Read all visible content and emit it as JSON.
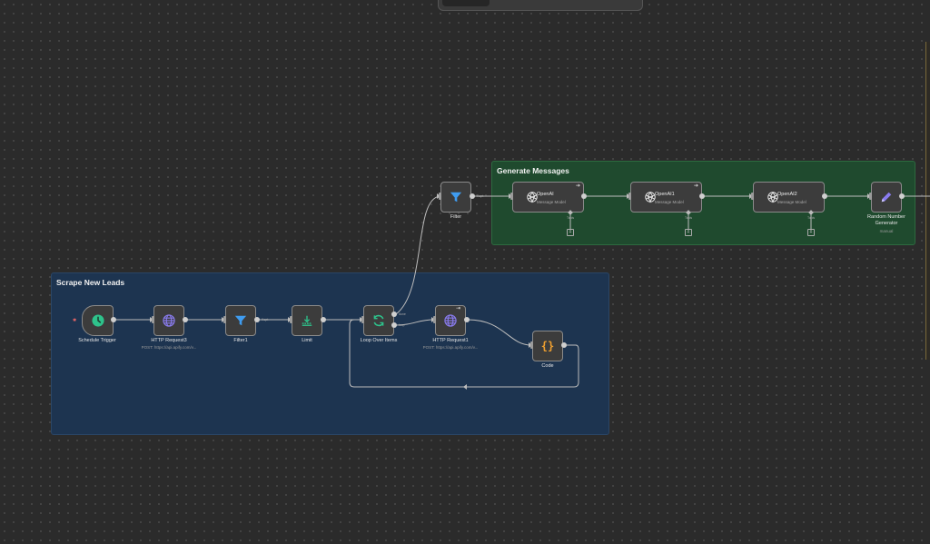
{
  "groups": {
    "scrape": {
      "title": "Scrape New Leads"
    },
    "generate": {
      "title": "Generate Messages"
    }
  },
  "nodes": {
    "schedule_trigger": {
      "label": "Schedule Trigger",
      "icon": "clock-icon",
      "color": "#2ec28b"
    },
    "http_request3": {
      "label": "HTTP Request3",
      "sub": "POST: https://api.apify.com/v...",
      "icon": "globe-icon",
      "color": "#8a7cf0"
    },
    "filter1": {
      "label": "Filter1",
      "port": "Kept",
      "icon": "funnel-icon",
      "color": "#3f9cf0"
    },
    "limit": {
      "label": "Limit",
      "icon": "limit-icon",
      "color": "#2ec28b"
    },
    "loop_over_items": {
      "label": "Loop Over Items",
      "port_done": "done",
      "port_loop": "loop",
      "icon": "refresh-icon",
      "color": "#2ec28b"
    },
    "http_request1": {
      "label": "HTTP Request1",
      "sub": "POST: https://api.apify.com/v...",
      "icon": "globe-icon",
      "color": "#8a7cf0"
    },
    "code": {
      "label": "Code",
      "icon": "braces-icon",
      "color": "#f0a030"
    },
    "filter": {
      "label": "Filter",
      "port": "Kept",
      "icon": "funnel-icon",
      "color": "#3f9cf0"
    },
    "openai": {
      "title": "OpenAI",
      "sub": "Message Model",
      "tools": "Tools"
    },
    "openai1": {
      "title": "OpenAI1",
      "sub": "Message Model",
      "tools": "Tools"
    },
    "openai2": {
      "title": "OpenAI2",
      "sub": "Message Model",
      "tools": "Tools"
    },
    "random_number": {
      "label": "Random Number Generator",
      "sub": "manual",
      "icon": "pencil-icon",
      "color": "#8a7cf0"
    }
  }
}
